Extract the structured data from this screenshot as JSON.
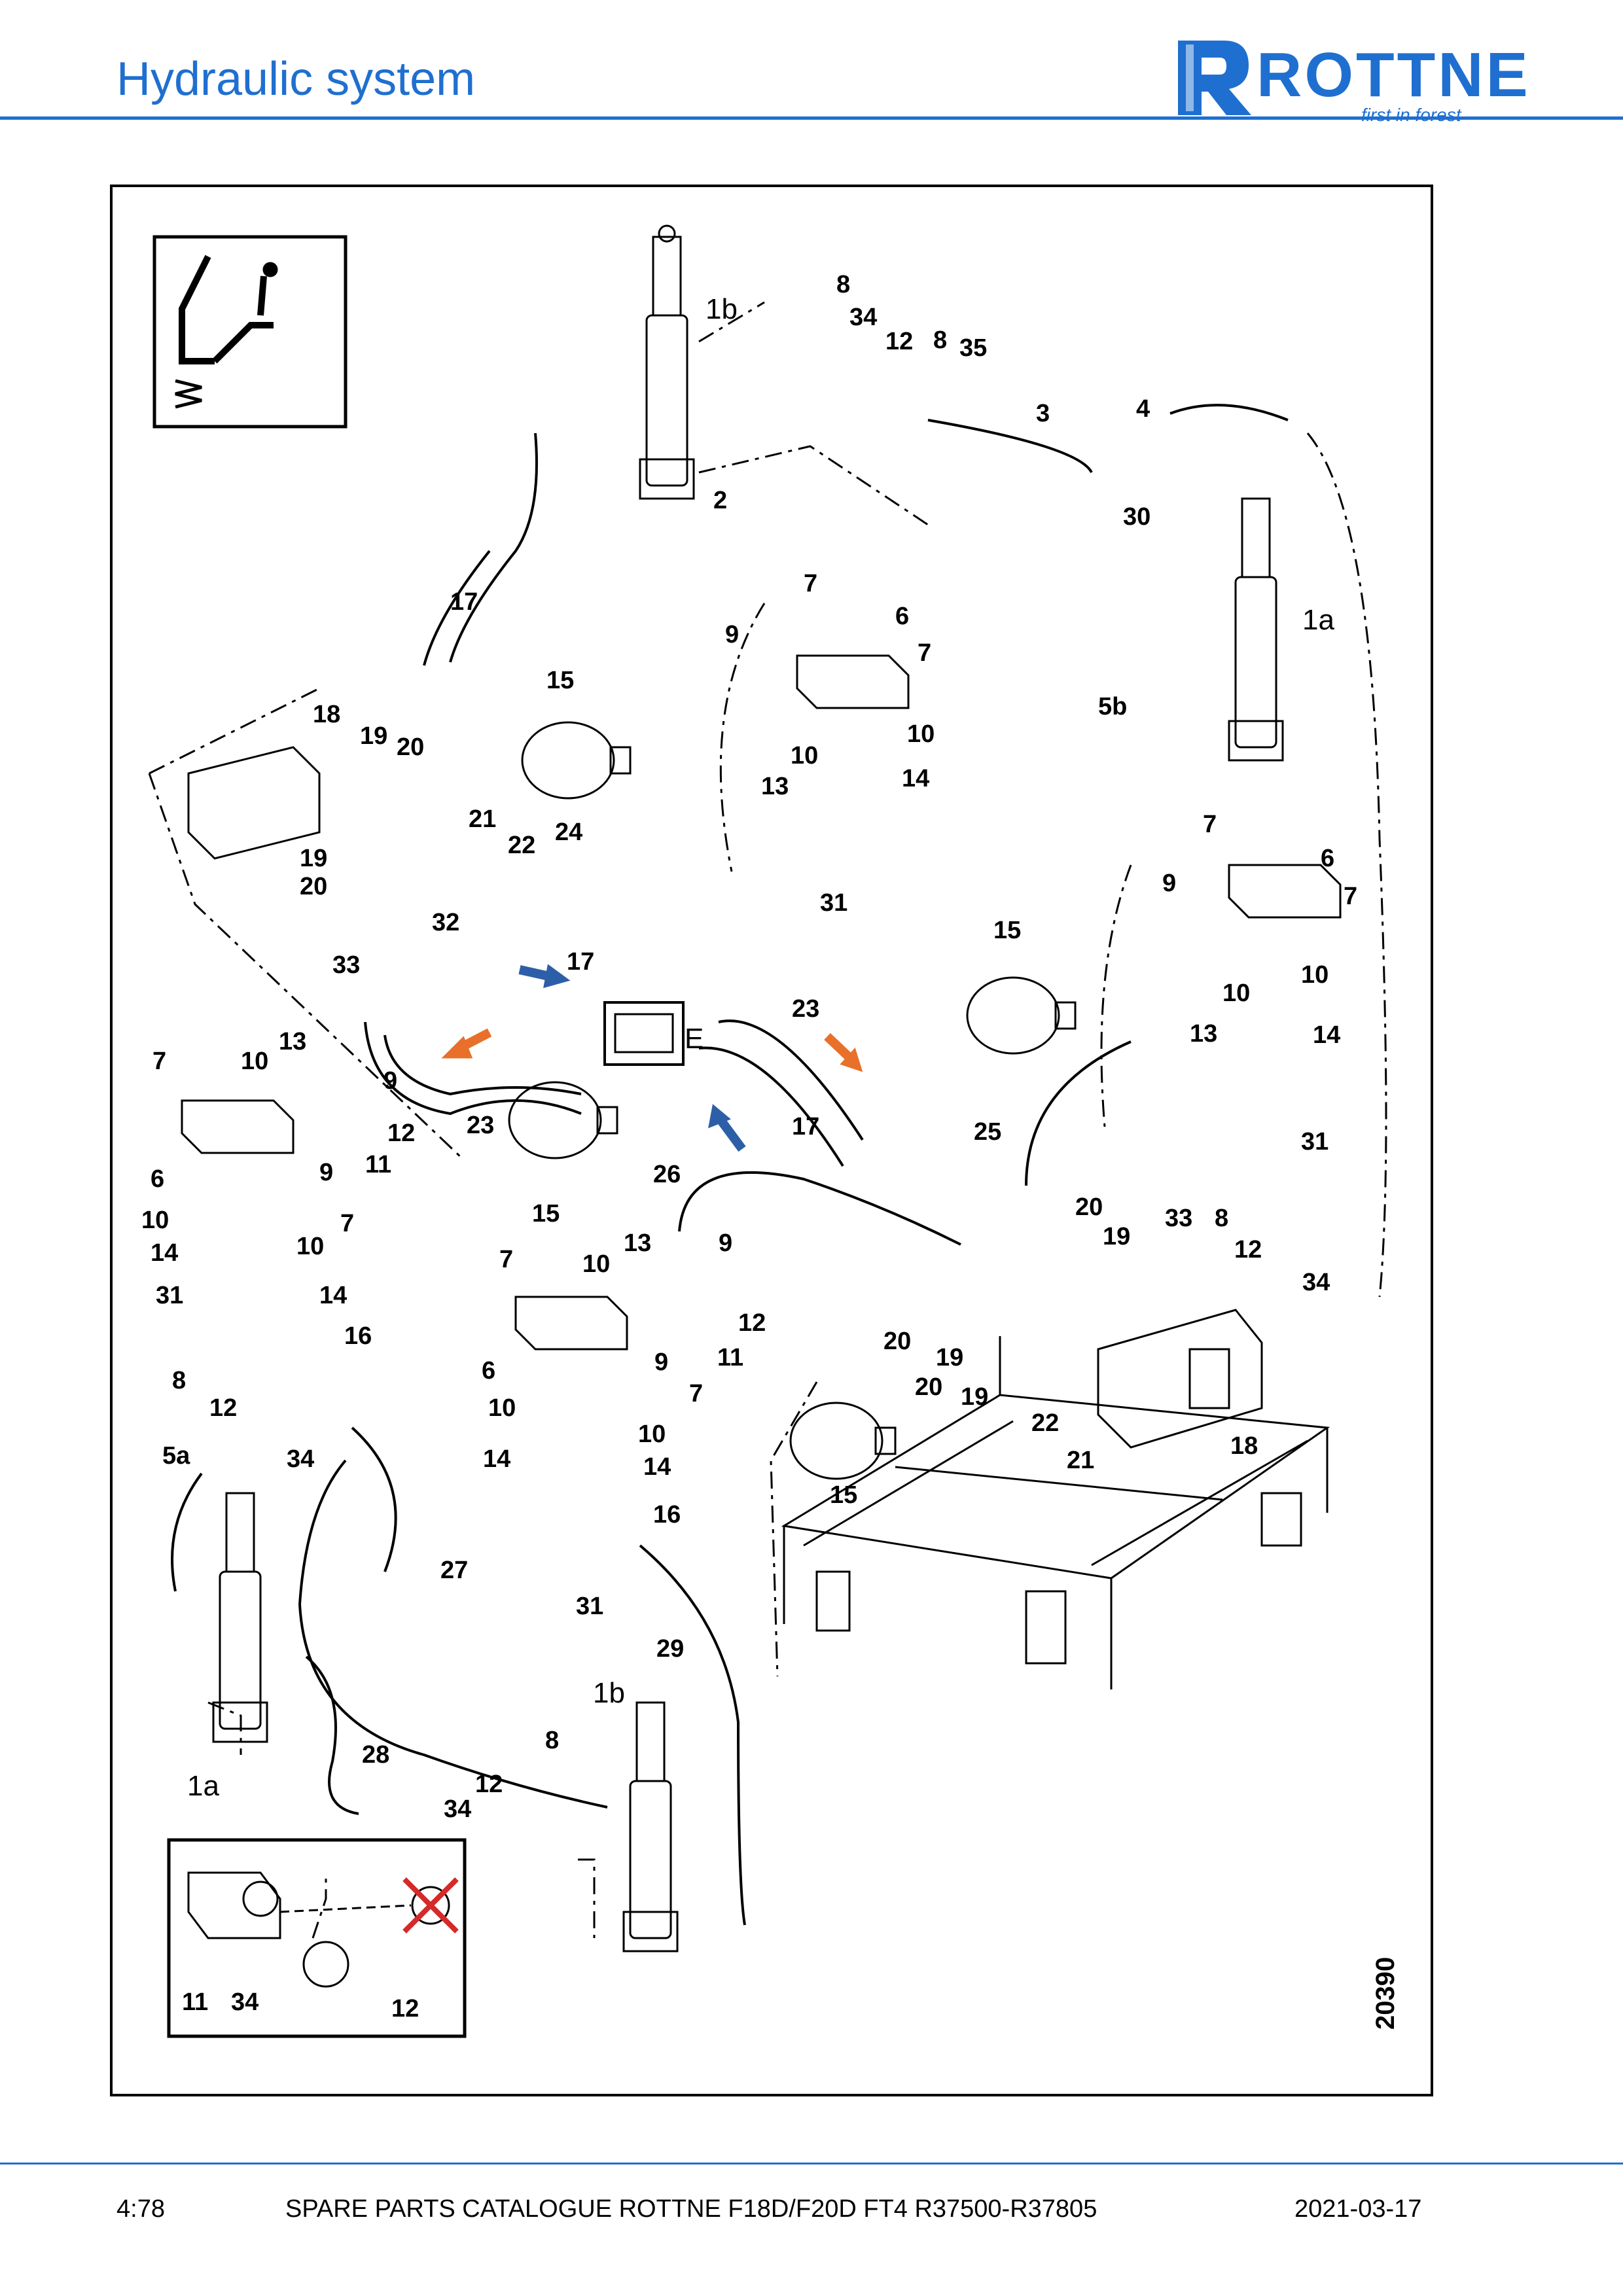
{
  "header": {
    "title": "Hydraulic system",
    "brand": "ROTTNE",
    "tagline": "first in forest",
    "brand_color": "#1f6fd0"
  },
  "diagram": {
    "drawing_number": "20390",
    "connector_label": "E",
    "callouts": [
      "1a",
      "1b",
      "2",
      "3",
      "4",
      "5a",
      "5b",
      "6",
      "7",
      "8",
      "9",
      "10",
      "11",
      "12",
      "13",
      "14",
      "15",
      "16",
      "17",
      "18",
      "19",
      "20",
      "21",
      "22",
      "23",
      "24",
      "25",
      "26",
      "27",
      "28",
      "29",
      "30",
      "31",
      "32",
      "33",
      "34",
      "35"
    ],
    "arrow_colors": {
      "orange": "#e8702a",
      "blue": "#2d5fa8"
    },
    "inset_labels": [
      "11",
      "34",
      "12"
    ]
  },
  "footer": {
    "page": "4:78",
    "catalogue": "SPARE PARTS CATALOGUE ROTTNE F18D/F20D FT4 R37500-R37805",
    "date": "2021-03-17"
  }
}
